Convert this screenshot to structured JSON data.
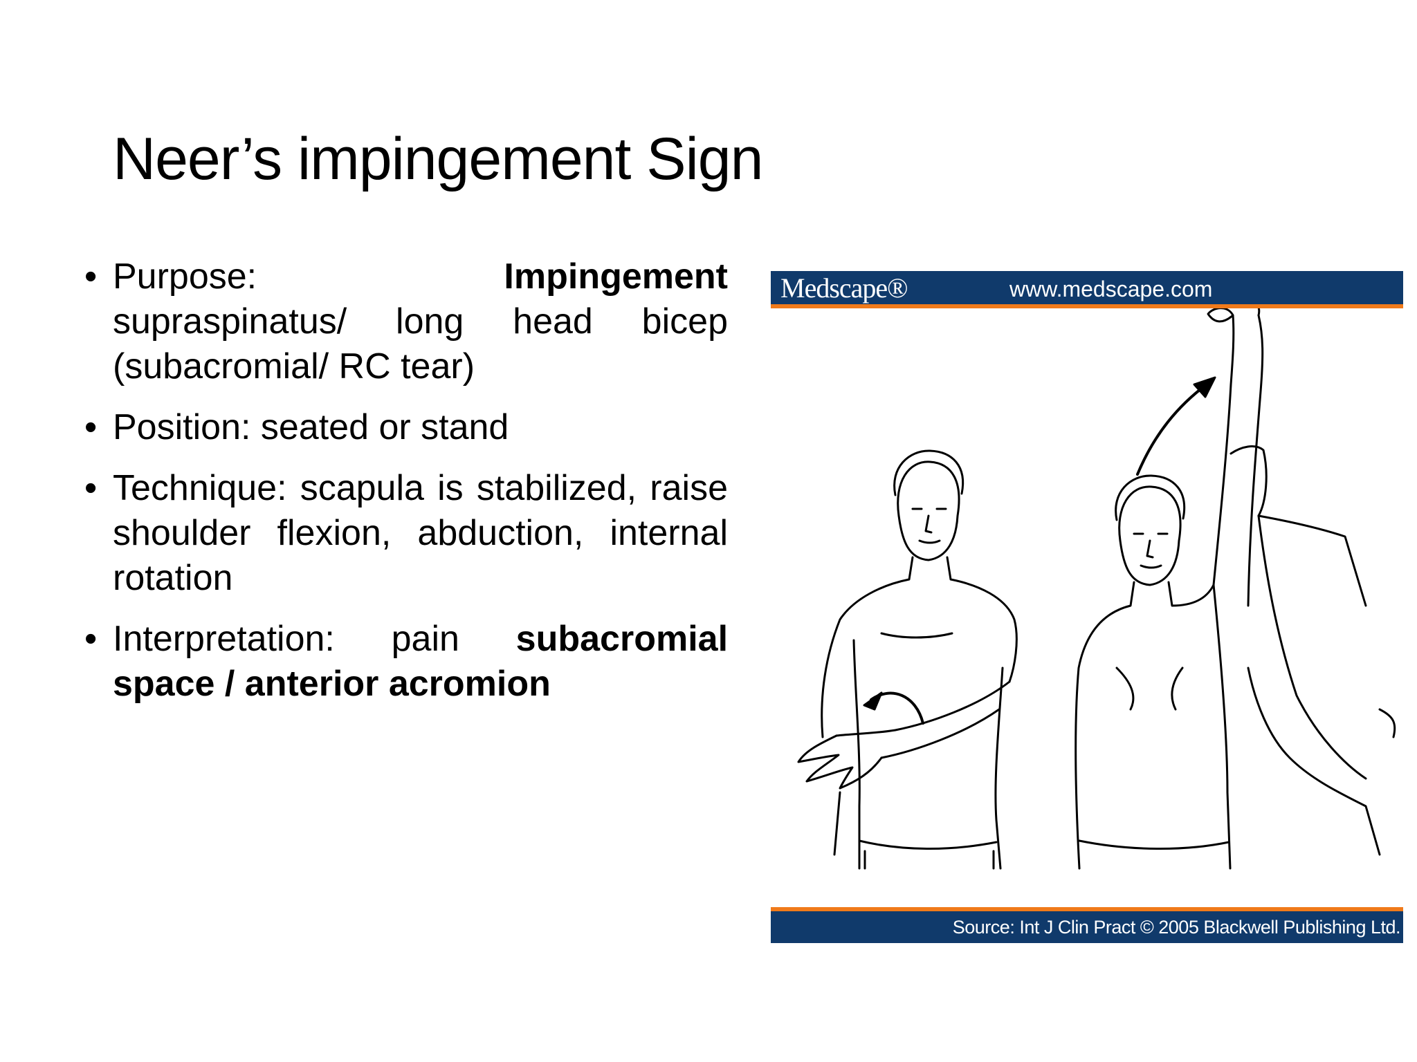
{
  "slide": {
    "title": "Neer’s impingement Sign",
    "bullets": [
      {
        "label": "Purpose:",
        "bold": "Impingement",
        "rest": "supraspinatus/ long head bicep (subacromial/ RC tear)"
      },
      {
        "text": "Position: seated or stand"
      },
      {
        "text": "Technique: scapula is stabilized, raise shoulder flexion, abduction, internal rotation"
      },
      {
        "label": "Interpretation: pain",
        "bold": "subacromial space / anterior acromion"
      }
    ]
  },
  "figure": {
    "brand": "Medscape®",
    "url": "www.medscape.com",
    "source": "Source: Int J Clin Pract © 2005 Blackwell Publishing Ltd.",
    "colors": {
      "banner": "#103a6b",
      "stripe": "#f07a1a"
    }
  }
}
